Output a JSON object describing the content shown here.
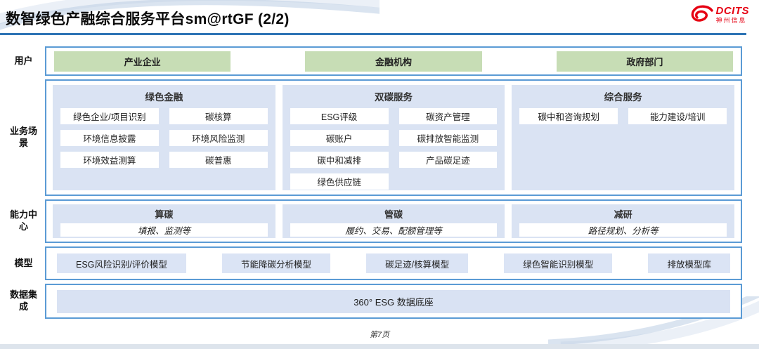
{
  "header": {
    "title": "数智绿色产融综合服务平台sm@rtGF (2/2)",
    "logo": {
      "brand": "DCITS",
      "brand_cn": "神州信息"
    }
  },
  "rows": {
    "users": {
      "label": "用户",
      "items": [
        "产业企业",
        "金融机构",
        "政府部门"
      ]
    },
    "scenarios": {
      "label": "业务场景",
      "columns": [
        {
          "title": "绿色金融",
          "items": [
            "绿色企业/项目识别",
            "碳核算",
            "环境信息披露",
            "环境风险监测",
            "环境效益测算",
            "碳普惠"
          ]
        },
        {
          "title": "双碳服务",
          "items": [
            "ESG评级",
            "碳资产管理",
            "碳账户",
            "碳排放智能监测",
            "碳中和减排",
            "产品碳足迹",
            "绿色供应链"
          ]
        },
        {
          "title": "综合服务",
          "items": [
            "碳中和咨询规划",
            "能力建设/培训"
          ]
        }
      ]
    },
    "capabilities": {
      "label": "能力中心",
      "columns": [
        {
          "title": "算碳",
          "subtitle": "填报、监测等"
        },
        {
          "title": "管碳",
          "subtitle": "履约、交易、配额管理等"
        },
        {
          "title": "减研",
          "subtitle": "路径规划、分析等"
        }
      ]
    },
    "models": {
      "label": "模型",
      "items": [
        "ESG风险识别/评价模型",
        "节能降碳分析模型",
        "碳足迹/核算模型",
        "绿色智能识别模型",
        "排放模型库"
      ]
    },
    "data_integration": {
      "label": "数据集成",
      "items": [
        "360° ESG 数据底座"
      ]
    }
  },
  "footer": {
    "page": "第7页"
  },
  "colors": {
    "accent_border": "#5b9bd5",
    "panel_blue": "#dae3f3",
    "box_blue": "#dbe4f5",
    "user_green": "#c7ddb5",
    "title_rule_blue": "#2e74b5",
    "brand_red": "#e60012"
  }
}
